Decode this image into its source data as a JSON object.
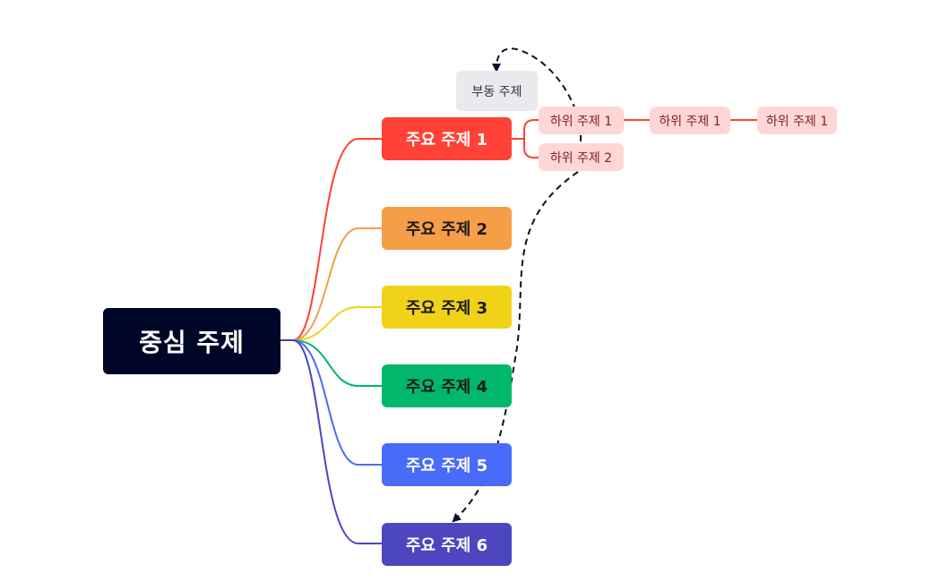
{
  "central_topic": "중심 주제",
  "floating_topic": "부동 주제",
  "main_topics": [
    {
      "label": "주요 주제 1",
      "color": "#ff4136",
      "text_color": "#ffffff"
    },
    {
      "label": "주요 주제 2",
      "color": "#f69d48",
      "text_color": "#1a1a1a"
    },
    {
      "label": "주요 주제 3",
      "color": "#f0d219",
      "text_color": "#1a1a1a"
    },
    {
      "label": "주요 주제 4",
      "color": "#00b76c",
      "text_color": "#1a1a1a"
    },
    {
      "label": "주요 주제 5",
      "color": "#496bfa",
      "text_color": "#ffffff"
    },
    {
      "label": "주요 주제 6",
      "color": "#4c47bf",
      "text_color": "#ffffff"
    }
  ],
  "subtopics": {
    "a": "하위 주제 1",
    "b": "하위 주제 2",
    "a_child": "하위 주제 1",
    "a_grandchild": "하위 주제 1"
  },
  "colors": {
    "central": "#000628",
    "subtopic_fill": "#ffd6d6",
    "floating_fill": "#eaeaee",
    "relationship": "#0b0e2a"
  }
}
